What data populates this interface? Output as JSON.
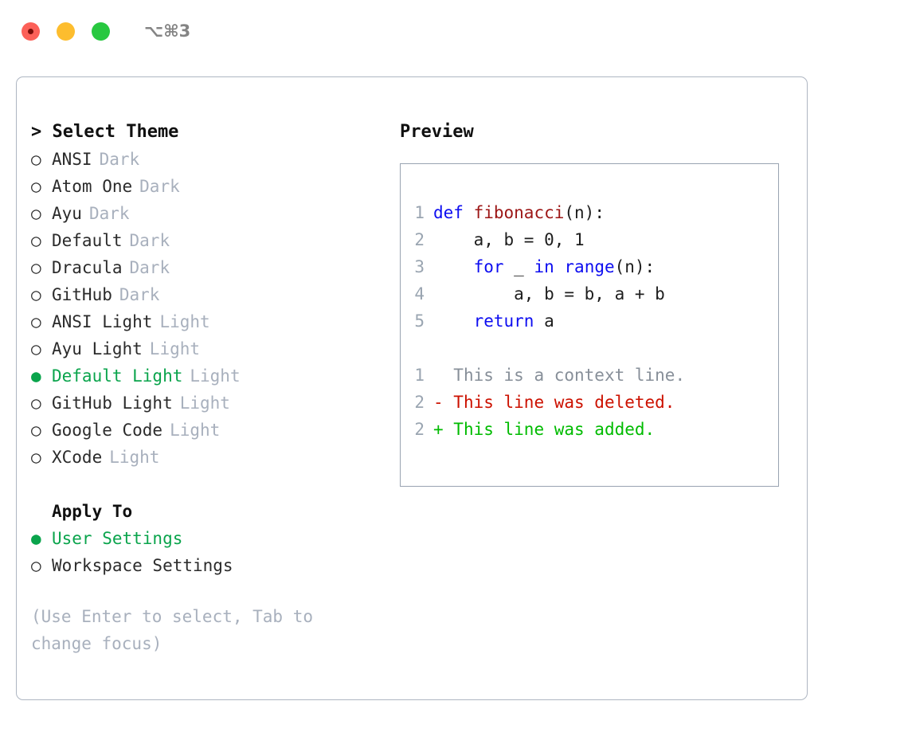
{
  "titlebar": {
    "shortcut": "⌥⌘3",
    "buttons": [
      {
        "name": "close",
        "color": "#fc6058"
      },
      {
        "name": "minimize",
        "color": "#fdbd2e"
      },
      {
        "name": "maximize",
        "color": "#28c840"
      }
    ]
  },
  "left": {
    "header": "> Select Theme",
    "themes": [
      {
        "bullet": "○",
        "name": "ANSI",
        "tag": "Dark",
        "selected": false
      },
      {
        "bullet": "○",
        "name": "Atom One",
        "tag": "Dark",
        "selected": false
      },
      {
        "bullet": "○",
        "name": "Ayu",
        "tag": "Dark",
        "selected": false
      },
      {
        "bullet": "○",
        "name": "Default",
        "tag": "Dark",
        "selected": false
      },
      {
        "bullet": "○",
        "name": "Dracula",
        "tag": "Dark",
        "selected": false
      },
      {
        "bullet": "○",
        "name": "GitHub",
        "tag": "Dark",
        "selected": false
      },
      {
        "bullet": "○",
        "name": "ANSI Light",
        "tag": "Light",
        "selected": false
      },
      {
        "bullet": "○",
        "name": "Ayu Light",
        "tag": "Light",
        "selected": false
      },
      {
        "bullet": "●",
        "name": "Default Light",
        "tag": "Light",
        "selected": true
      },
      {
        "bullet": "○",
        "name": "GitHub Light",
        "tag": "Light",
        "selected": false
      },
      {
        "bullet": "○",
        "name": "Google Code",
        "tag": "Light",
        "selected": false
      },
      {
        "bullet": "○",
        "name": "XCode",
        "tag": "Light",
        "selected": false
      }
    ],
    "apply_to": {
      "header": "Apply To",
      "options": [
        {
          "bullet": "●",
          "label": "User Settings",
          "selected": true
        },
        {
          "bullet": "○",
          "label": "Workspace Settings",
          "selected": false
        }
      ]
    },
    "hint": "(Use Enter to select, Tab to change focus)"
  },
  "right": {
    "header": "Preview",
    "code_lines": [
      {
        "no": "1",
        "indent": "",
        "tokens": [
          {
            "t": "def",
            "c": "kw"
          },
          {
            "t": " ",
            "c": "code-text"
          },
          {
            "t": "fibonacci",
            "c": "fn"
          },
          {
            "t": "(n):",
            "c": "code-text"
          }
        ]
      },
      {
        "no": "2",
        "indent": "    ",
        "tokens": [
          {
            "t": "a, b = 0, 1",
            "c": "code-text"
          }
        ]
      },
      {
        "no": "3",
        "indent": "    ",
        "tokens": [
          {
            "t": "for",
            "c": "kw"
          },
          {
            "t": " _ ",
            "c": "code-text"
          },
          {
            "t": "in",
            "c": "kw"
          },
          {
            "t": " ",
            "c": "code-text"
          },
          {
            "t": "range",
            "c": "kw"
          },
          {
            "t": "(n):",
            "c": "code-text"
          }
        ]
      },
      {
        "no": "4",
        "indent": "        ",
        "tokens": [
          {
            "t": "a, b = b, a + b",
            "c": "code-text"
          }
        ]
      },
      {
        "no": "5",
        "indent": "    ",
        "tokens": [
          {
            "t": "return",
            "c": "kw"
          },
          {
            "t": " a",
            "c": "code-text"
          }
        ]
      }
    ],
    "diff_lines": [
      {
        "no": "1",
        "marker": "  ",
        "text": "This is a context line.",
        "cls": "diff-ctx"
      },
      {
        "no": "2",
        "marker": "- ",
        "text": "This line was deleted.",
        "cls": "diff-del"
      },
      {
        "no": "2",
        "marker": "+ ",
        "text": "This line was added.",
        "cls": "diff-add"
      }
    ]
  },
  "colors": {
    "accent_green": "#0aa44c",
    "diff_add": "#00bb00",
    "diff_del": "#cc1100",
    "keyword_blue": "#0d0df0",
    "function_red": "#9c1616",
    "muted": "#a8b0bd",
    "border": "#aeb6c2"
  }
}
